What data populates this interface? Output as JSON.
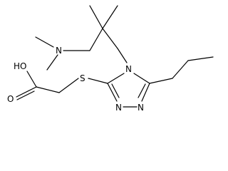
{
  "molecule": {
    "atoms": {
      "n_amine": "N",
      "s_thioether": "S",
      "n_ring_4": "N",
      "n_ring_2": "N",
      "n_ring_1": "N",
      "o_hydroxyl": "HO",
      "o_carbonyl": "O"
    }
  }
}
